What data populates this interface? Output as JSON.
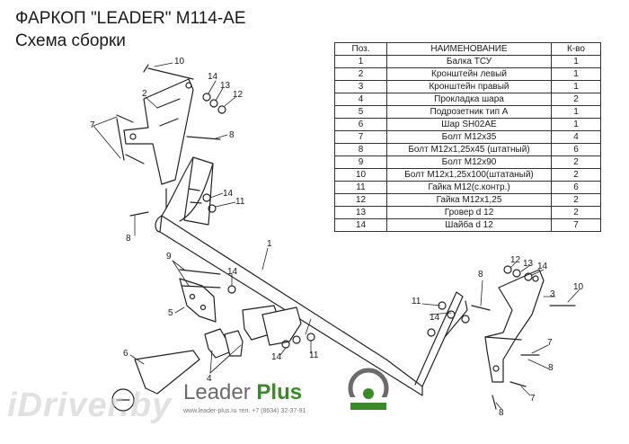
{
  "title": {
    "line1": "ФАРКОП \"LEADER\" M114-AE",
    "line2": "Схема сборки"
  },
  "parts_table": {
    "headers": [
      "Поз.",
      "НАИМЕНОВАНИЕ",
      "К-во"
    ],
    "rows": [
      {
        "pos": "1",
        "name": "Балка ТСУ",
        "qty": "1"
      },
      {
        "pos": "2",
        "name": "Кронштейн левый",
        "qty": "1"
      },
      {
        "pos": "3",
        "name": "Кронштейн правый",
        "qty": "1"
      },
      {
        "pos": "4",
        "name": "Прокладка шара",
        "qty": "2"
      },
      {
        "pos": "5",
        "name": "Подрозетник тип А",
        "qty": "1"
      },
      {
        "pos": "6",
        "name": "Шар SH02AE",
        "qty": "1"
      },
      {
        "pos": "7",
        "name": "Болт М12х35",
        "qty": "4"
      },
      {
        "pos": "8",
        "name": "Болт М12х1,25х45 (штатный)",
        "qty": "6"
      },
      {
        "pos": "9",
        "name": "Болт М12х90",
        "qty": "2"
      },
      {
        "pos": "10",
        "name": "Болт М12х1,25х100(штатаный)",
        "qty": "2"
      },
      {
        "pos": "11",
        "name": "Гайка М12(с.контр.)",
        "qty": "6"
      },
      {
        "pos": "12",
        "name": "Гайка М12х1,25",
        "qty": "2"
      },
      {
        "pos": "13",
        "name": "Гровер d 12",
        "qty": "2"
      },
      {
        "pos": "14",
        "name": "Шайба d 12",
        "qty": "7"
      }
    ]
  },
  "callouts": [
    "10",
    "14",
    "13",
    "12",
    "2",
    "7",
    "8",
    "14",
    "11",
    "8",
    "1",
    "9",
    "14",
    "5",
    "6",
    "4",
    "14",
    "11",
    "11",
    "14",
    "8",
    "12",
    "13",
    "14",
    "10",
    "3",
    "7",
    "8",
    "7",
    "8"
  ],
  "logo": {
    "brand_left": "Leader",
    "brand_right": "Plus",
    "contact": "www.leader-plus.ru   тел. +7 (8634) 32-37-91",
    "brand_green": "#3a8a2a"
  },
  "watermark": "iDriver.by"
}
